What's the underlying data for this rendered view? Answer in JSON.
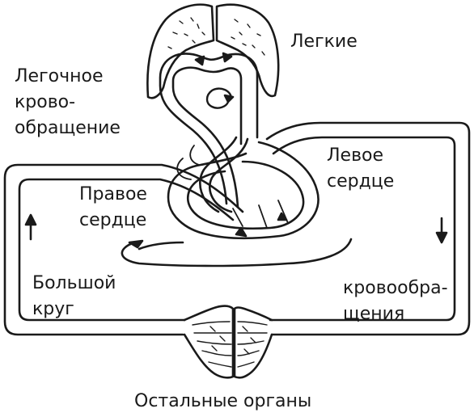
{
  "labels": {
    "lungs": "Легкие",
    "pulmonary_line1": "Легочное",
    "pulmonary_line2": "крово-",
    "pulmonary_line3": "обращение",
    "left_heart_line1": "Левое",
    "left_heart_line2": "сердце",
    "right_heart_line1": "Правое",
    "right_heart_line2": "сердце",
    "systemic_left_line1": "Большой",
    "systemic_left_line2": "круг",
    "systemic_right_line1": "кровообра-",
    "systemic_right_line2": "щения",
    "organs": "Остальные органы"
  },
  "colors": {
    "ink": "#1a1a1a",
    "background": "#ffffff"
  }
}
